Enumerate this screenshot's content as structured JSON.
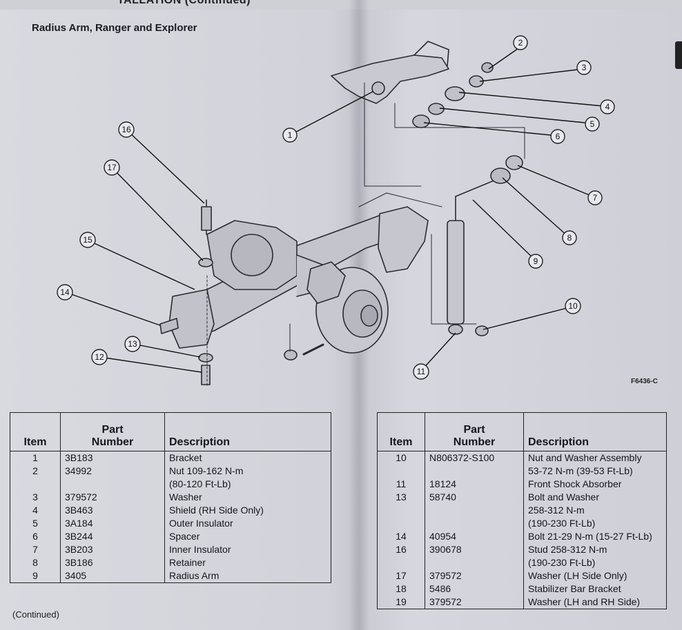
{
  "page": {
    "header_fragment": "TALLATION (Continued)",
    "figure_title": "Radius Arm, Ranger and Explorer",
    "figure_id": "F6436-C",
    "continued_note": "(Continued)"
  },
  "callouts": [
    "1",
    "2",
    "3",
    "4",
    "5",
    "6",
    "7",
    "8",
    "9",
    "10",
    "11",
    "12",
    "13",
    "14",
    "15",
    "16",
    "17"
  ],
  "table_headers": {
    "item": "Item",
    "part_line1": "Part",
    "part_line2": "Number",
    "description": "Description"
  },
  "left_table": [
    {
      "item": "1",
      "part": "3B183",
      "desc": [
        "Bracket"
      ]
    },
    {
      "item": "2",
      "part": "34992",
      "desc": [
        "Nut 109-162 N-m",
        "(80-120 Ft-Lb)"
      ]
    },
    {
      "item": "3",
      "part": "379572",
      "desc": [
        "Washer"
      ]
    },
    {
      "item": "4",
      "part": "3B463",
      "desc": [
        "Shield (RH Side Only)"
      ]
    },
    {
      "item": "5",
      "part": "3A184",
      "desc": [
        "Outer Insulator"
      ]
    },
    {
      "item": "6",
      "part": "3B244",
      "desc": [
        "Spacer"
      ]
    },
    {
      "item": "7",
      "part": "3B203",
      "desc": [
        "Inner Insulator"
      ]
    },
    {
      "item": "8",
      "part": "3B186",
      "desc": [
        "Retainer"
      ]
    },
    {
      "item": "9",
      "part": "3405",
      "desc": [
        "Radius Arm"
      ]
    }
  ],
  "right_table": [
    {
      "item": "10",
      "part": "N806372-S100",
      "desc": [
        "Nut and Washer Assembly",
        "53-72 N-m (39-53 Ft-Lb)"
      ]
    },
    {
      "item": "11",
      "part": "18124",
      "desc": [
        "Front Shock Absorber"
      ]
    },
    {
      "item": "13",
      "part": "58740",
      "desc": [
        "Bolt and Washer",
        "258-312 N-m",
        "(190-230 Ft-Lb)"
      ]
    },
    {
      "item": "14",
      "part": "40954",
      "desc": [
        "Bolt 21-29 N-m (15-27 Ft-Lb)"
      ]
    },
    {
      "item": "16",
      "part": "390678",
      "desc": [
        "Stud 258-312 N-m",
        "(190-230 Ft-Lb)"
      ]
    },
    {
      "item": "17",
      "part": "379572",
      "desc": [
        "Washer (LH Side Only)"
      ]
    },
    {
      "item": "18",
      "part": "5486",
      "desc": [
        "Stabilizer Bar Bracket"
      ]
    },
    {
      "item": "19",
      "part": "379572",
      "desc": [
        "Washer (LH and RH Side)"
      ]
    }
  ]
}
